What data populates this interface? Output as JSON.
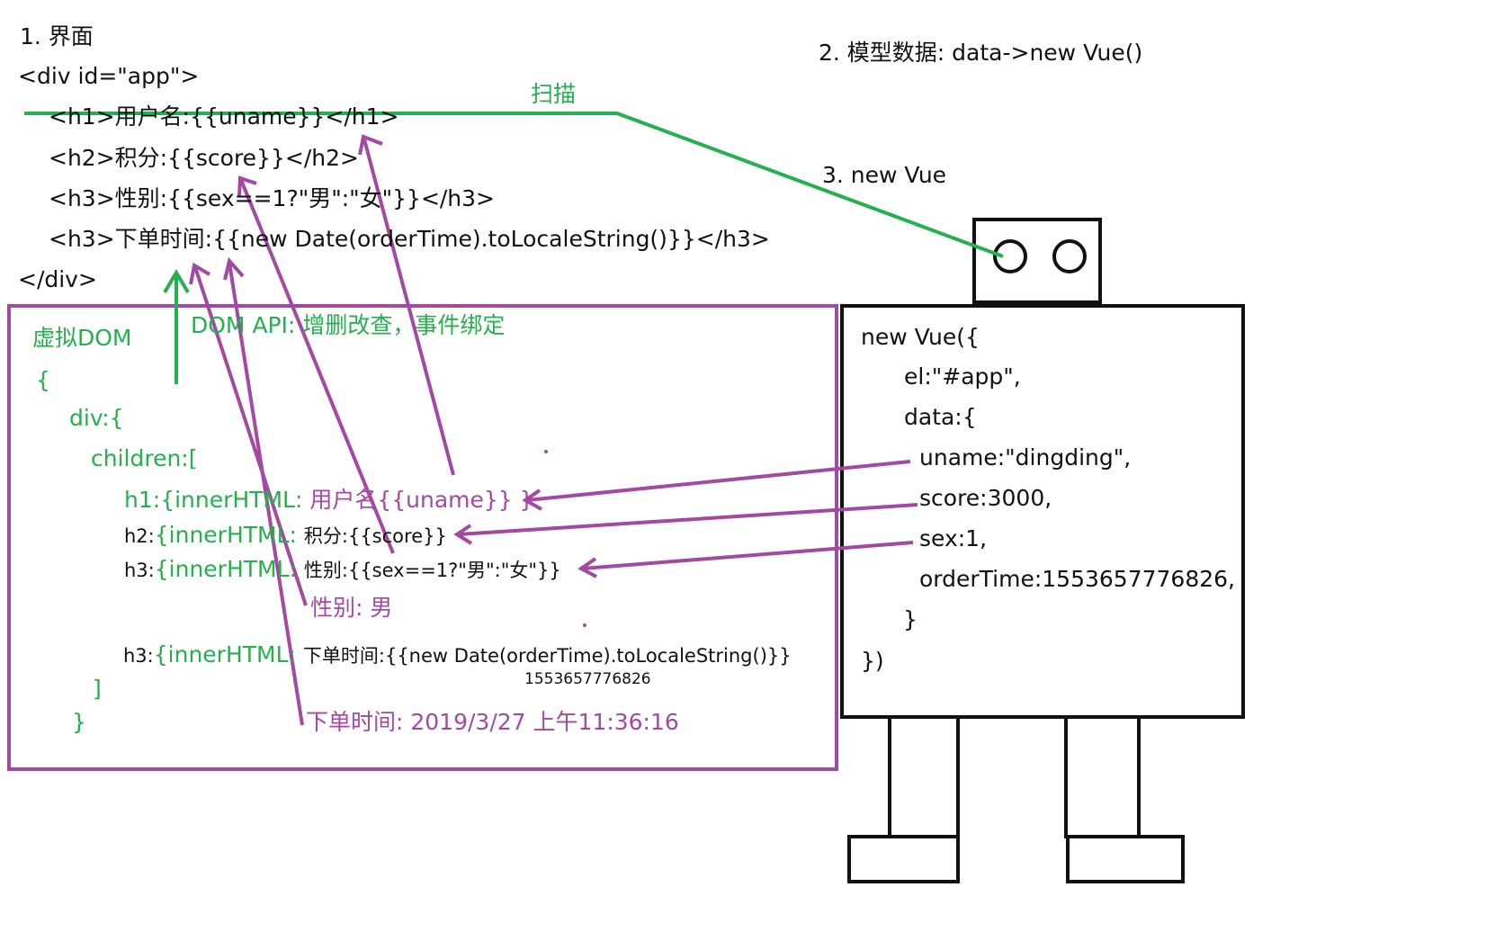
{
  "template": {
    "step": "1. 界面",
    "lines": [
      "<div id=\"app\">",
      "<h1>用户名:{{uname}}</h1>",
      "<h2>积分:{{score}}</h2>",
      "<h3>性别:{{sex==1?\"男\":\"女\"}}</h3>",
      "<h3>下单时间:{{new Date(orderTime).toLocaleString()}}</h3>",
      "</div>"
    ]
  },
  "model_label": "2. 模型数据: data->new Vue()",
  "scan_label": "扫描",
  "new_vue_label": "3. new Vue",
  "dom_api_label": "DOM API: 增删改查，事件绑定",
  "virtual_dom": {
    "title": "虚拟DOM",
    "open_brace": "{",
    "div": "div:{",
    "children": "children:[",
    "rows": [
      {
        "tag": "h1:",
        "key": "{innerHTML: ",
        "value": "用户名{{uname}} }"
      },
      {
        "tag": "h2:",
        "key": "{innerHTML: ",
        "value": "积分:{{score}}"
      },
      {
        "tag": "h3:",
        "key": "{innerHTML: ",
        "value": "性别:{{sex==1?\"男\":\"女\"}}"
      },
      {
        "tag": "h3:",
        "key": "{innerHTML: ",
        "value": "下单时间:{{new Date(orderTime).toLocaleString()}}"
      }
    ],
    "sex_result": "性别: 男",
    "timestamp": "1553657776826",
    "close_bracket": "]",
    "close_brace": "}",
    "time_result": "下单时间: 2019/3/27 上午11:36:16"
  },
  "vue_code": [
    "new Vue({",
    "el:\"#app\",",
    "data:{",
    "uname:\"dingding\",",
    "score:3000,",
    "sex:1,",
    "orderTime:1553657776826,",
    "}",
    "})"
  ],
  "colors": {
    "green": "#22b14c",
    "purple": "#a349a4",
    "black": "#111111"
  }
}
